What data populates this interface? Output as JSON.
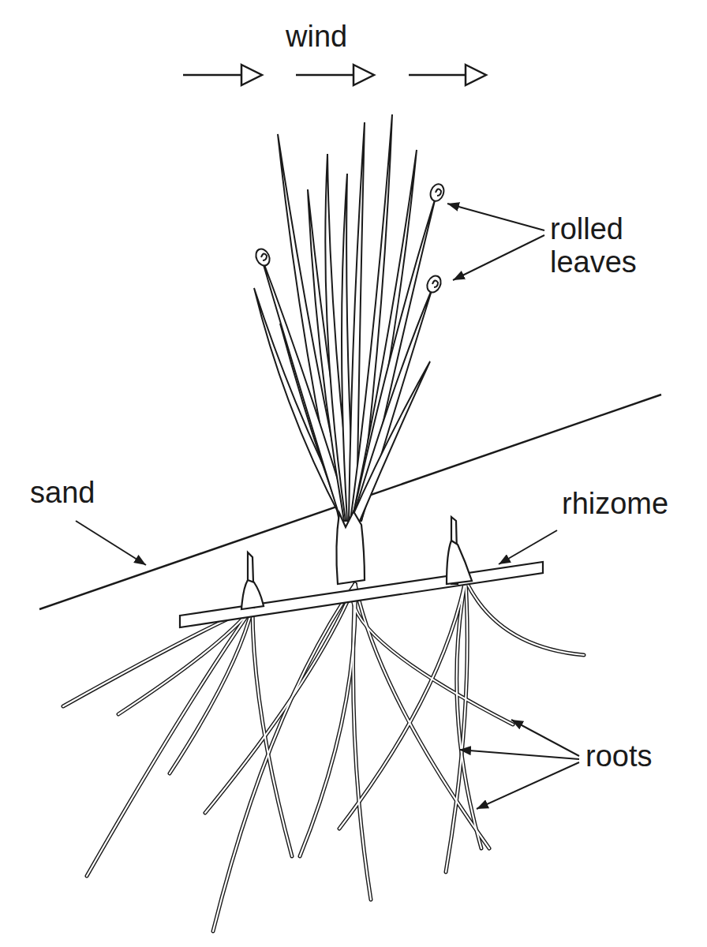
{
  "diagram": {
    "labels": [
      "wind",
      "rolled leaves",
      "sand",
      "rhizome",
      "roots"
    ]
  }
}
